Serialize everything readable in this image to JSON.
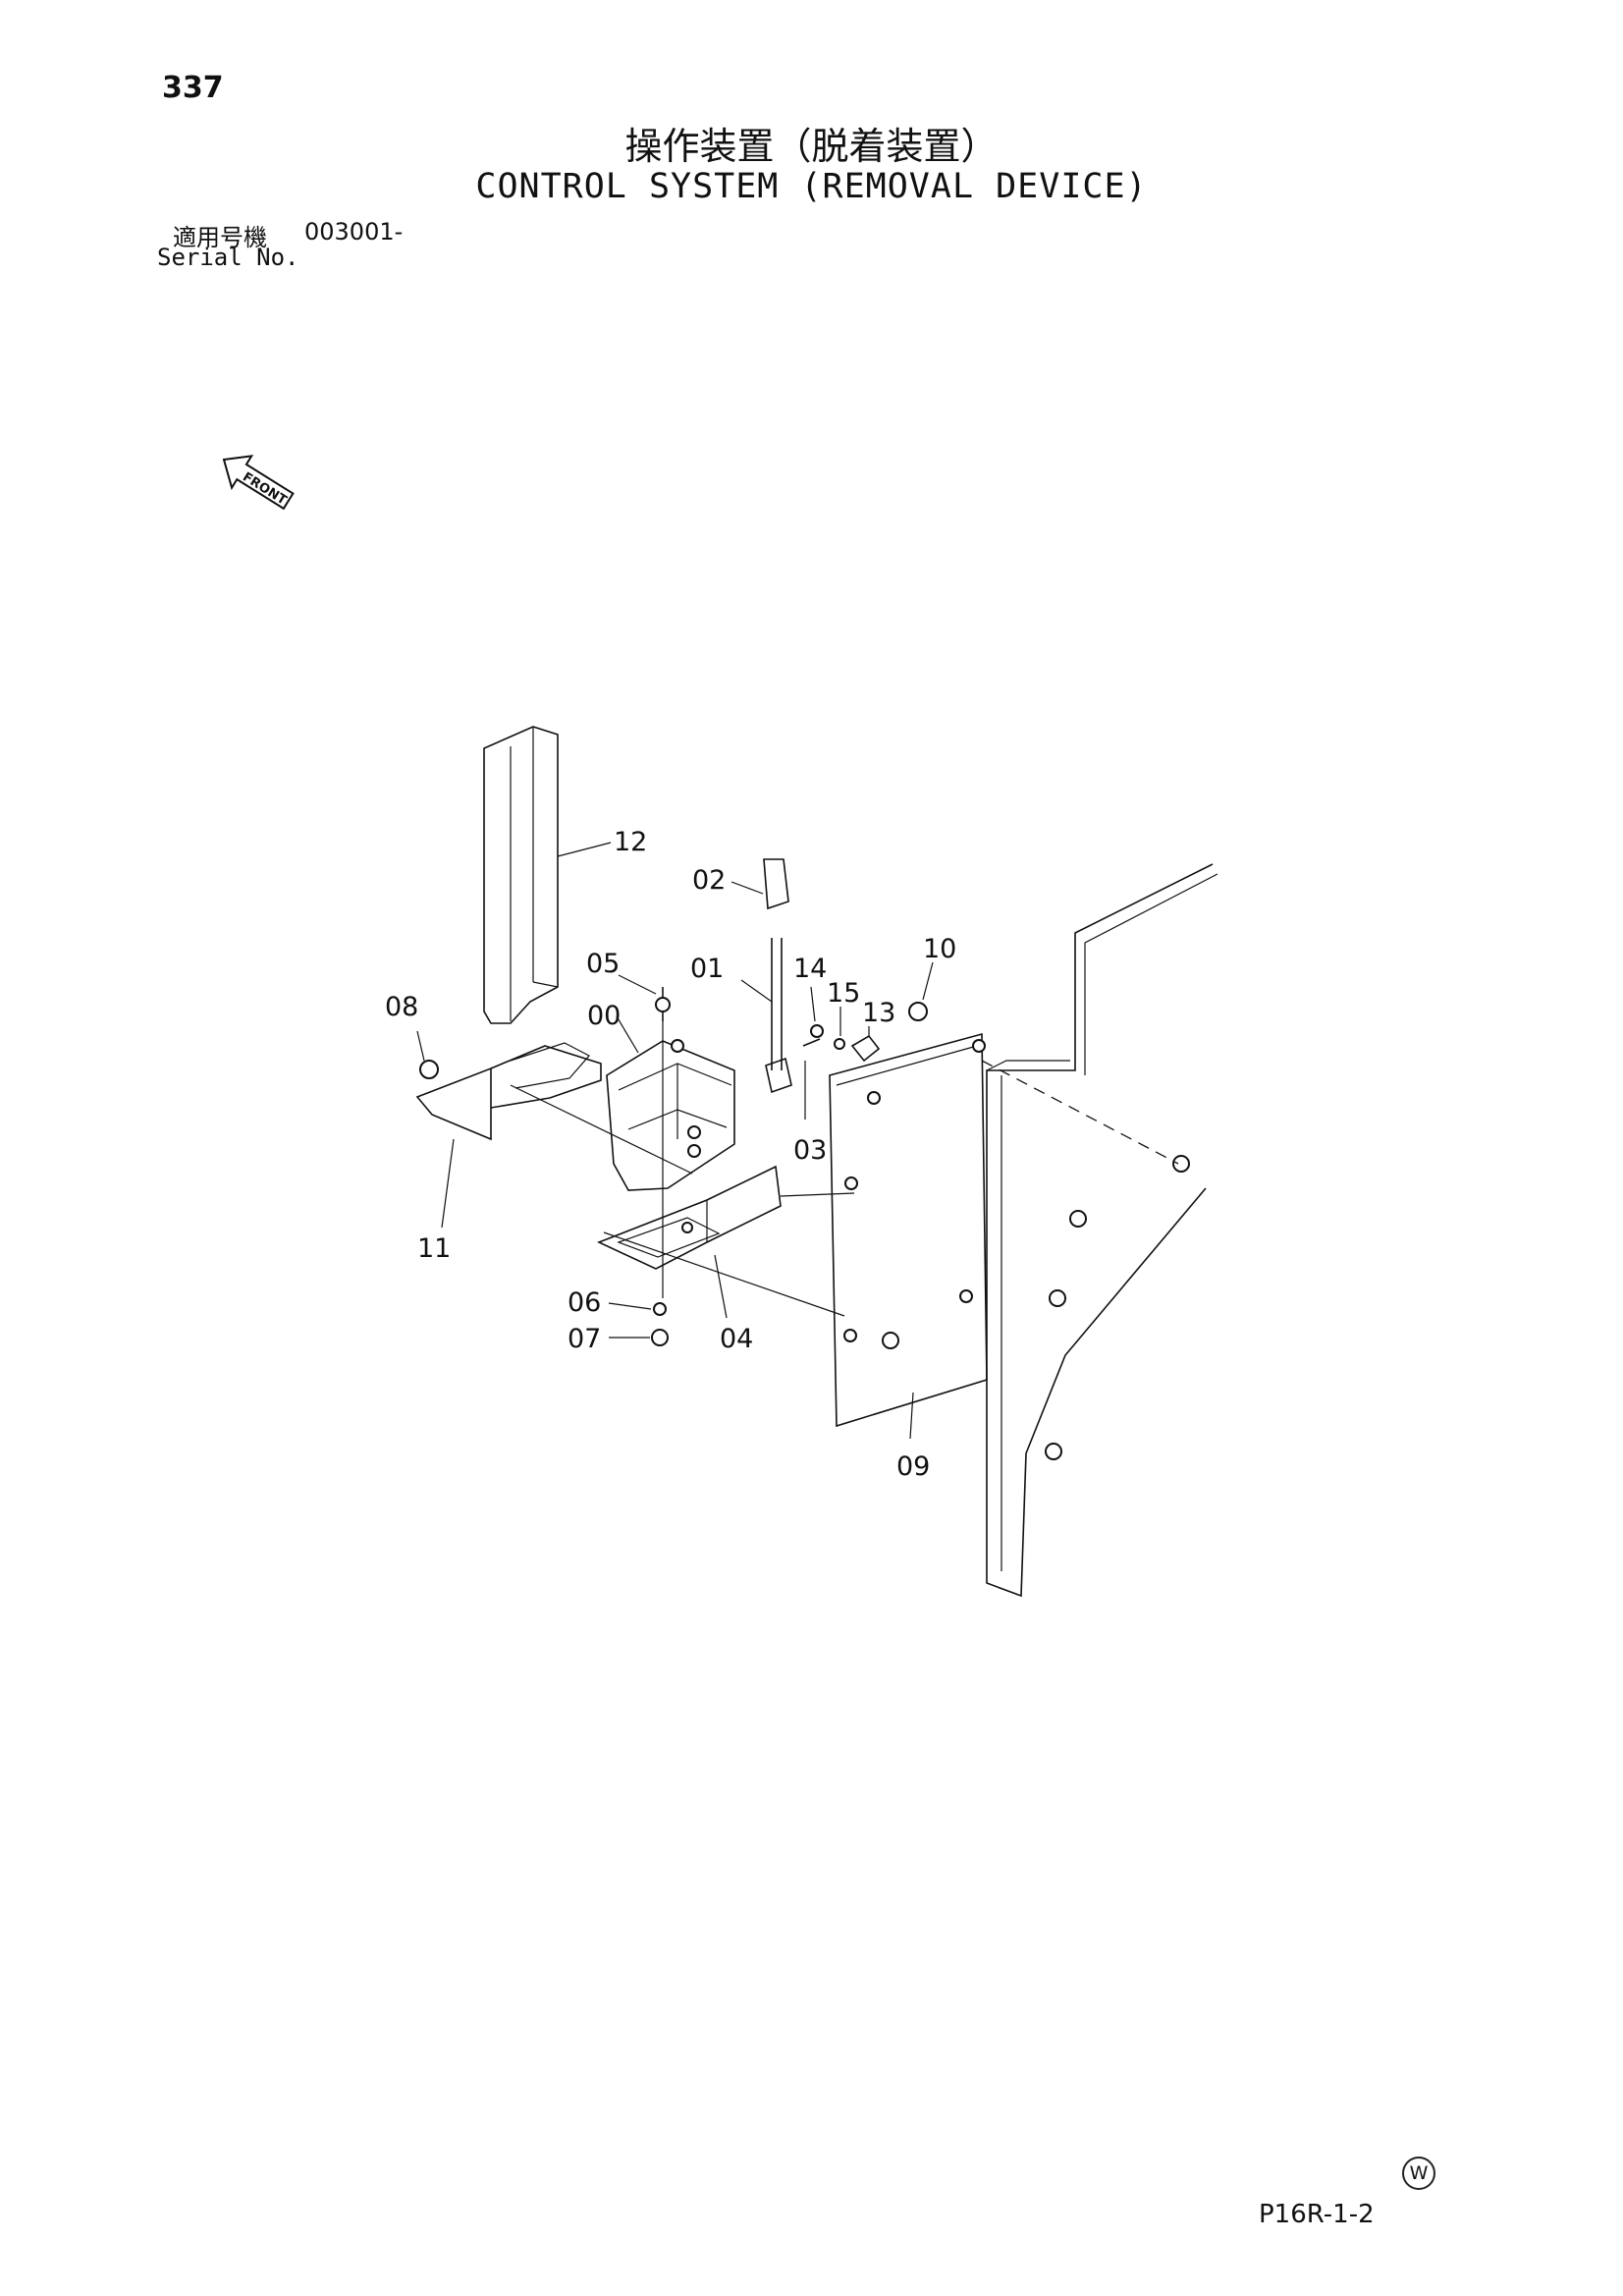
{
  "page_number": "337",
  "title_jp": "操作装置（脱着装置）",
  "title_en": "CONTROL SYSTEM (REMOVAL DEVICE)",
  "serial": {
    "label_jp": "適用号機",
    "value": "003001-",
    "label_en": "Serial No."
  },
  "front_marker": "FRONT",
  "part_labels": [
    "00",
    "01",
    "02",
    "03",
    "04",
    "05",
    "06",
    "07",
    "08",
    "09",
    "10",
    "11",
    "12",
    "13",
    "14",
    "15"
  ],
  "mark": "W",
  "page_code": "P16R-1-2"
}
